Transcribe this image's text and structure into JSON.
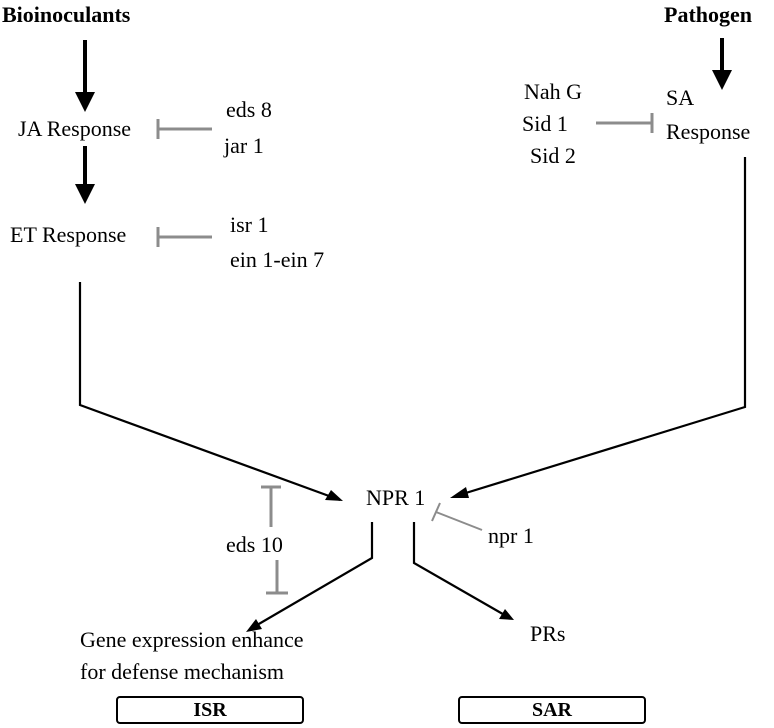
{
  "nodes": {
    "bioinoculants": "Bioinoculants",
    "pathogen": "Pathogen",
    "ja_response": "JA Response",
    "et_response": "ET Response",
    "sa_line1": "SA",
    "sa_line2": "Response",
    "npr1": "NPR 1",
    "gene_line1": "Gene expression enhance",
    "gene_line2": "for defense mechanism",
    "prs": "PRs"
  },
  "inhibitors": {
    "eds8": "eds 8",
    "jar1": "jar 1",
    "isr1": "isr 1",
    "ein": "ein 1-ein 7",
    "nahg": "Nah G",
    "sid1": "Sid 1",
    "sid2": "Sid 2",
    "eds10": "eds 10",
    "npr1_mutant": "npr 1"
  },
  "boxes": {
    "isr": "ISR",
    "sar": "SAR"
  },
  "colors": {
    "activation": "#000000",
    "inhibition": "#8c8c8c"
  }
}
